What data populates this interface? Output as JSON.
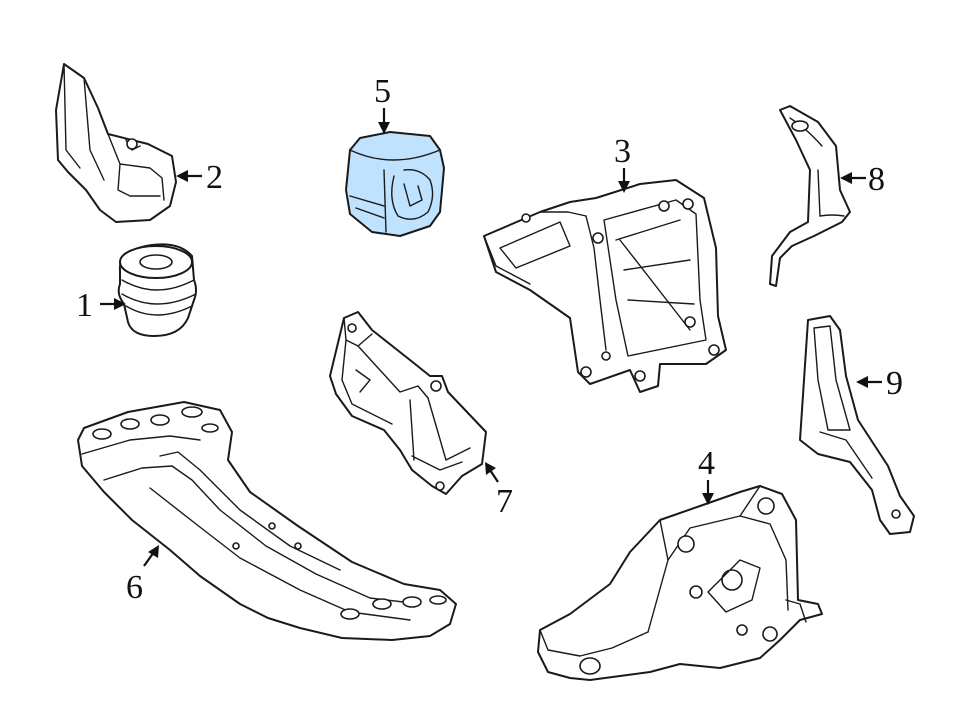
{
  "diagram": {
    "highlight_color": "#bfe3ff",
    "line_color": "#1a1a1a",
    "callouts": [
      {
        "id": "1",
        "label": "1"
      },
      {
        "id": "2",
        "label": "2"
      },
      {
        "id": "3",
        "label": "3"
      },
      {
        "id": "4",
        "label": "4"
      },
      {
        "id": "5",
        "label": "5"
      },
      {
        "id": "6",
        "label": "6"
      },
      {
        "id": "7",
        "label": "7"
      },
      {
        "id": "8",
        "label": "8"
      },
      {
        "id": "9",
        "label": "9"
      }
    ]
  }
}
